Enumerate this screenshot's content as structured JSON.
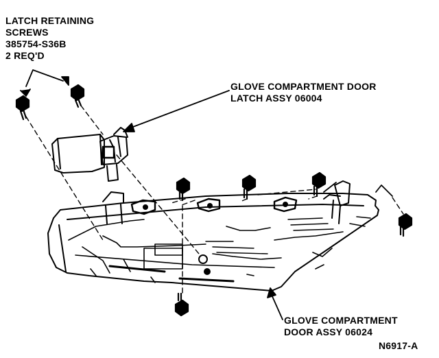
{
  "labels": {
    "screws": [
      "LATCH RETAINING",
      "SCREWS",
      "385754-S36B",
      "2 REQ'D"
    ],
    "latch": [
      "GLOVE COMPARTMENT DOOR",
      "LATCH ASSY 06004"
    ],
    "door": [
      "GLOVE COMPARTMENT",
      "DOOR ASSY 06024"
    ],
    "figure_code": "N6917-A"
  },
  "colors": {
    "ink": "#000000",
    "paper": "#ffffff"
  }
}
